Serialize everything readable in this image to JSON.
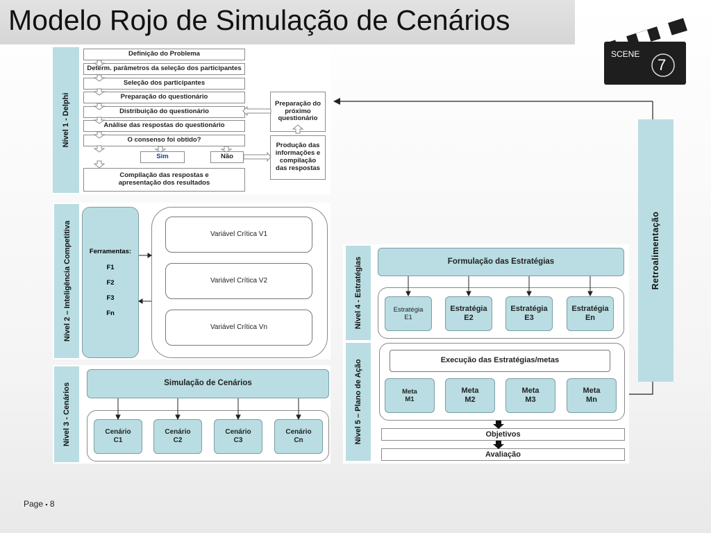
{
  "title": "Modelo Rojo de Simulação de Cenários",
  "scene": {
    "label": "SCENE",
    "number": "7"
  },
  "level1": {
    "label": "Nível 1 - Delphi",
    "steps": [
      "Definição do Problema",
      "Determ. parâmetros da seleção dos participantes",
      "Seleção dos participantes",
      "Preparação do questionário",
      "Distribuição do questionário",
      "Análise das respostas do questionário",
      "O consenso foi obtido?"
    ],
    "sim": "Sim",
    "nao": "Não",
    "compilation": "Compilação das respostas e apresentação dos resultados",
    "prep_next": "Preparação do próximo questionário",
    "production": "Produção das informações e compilação das respostas"
  },
  "level2": {
    "label": "Nível 2 – Inteligência Competitiva",
    "tools_title": "Ferramentas:",
    "tools": [
      "F1",
      "F2",
      "F3",
      "Fn"
    ],
    "variables": [
      "Variável Crítica V1",
      "Variável Crítica V2",
      "Variável Crítica Vn"
    ]
  },
  "level3": {
    "label": "Nível 3 - Cenários",
    "header": "Simulação de Cenários",
    "scenarios": [
      "Cenário C1",
      "Cenário C2",
      "Cenário C3",
      "Cenário Cn"
    ]
  },
  "level4": {
    "label": "Nível 4 - Estratégias",
    "header": "Formulação das Estratégias",
    "strategies": [
      "Estratégia E1",
      "Estratégia E2",
      "Estratégia E3",
      "Estratégia En"
    ]
  },
  "level5": {
    "label": "Nível 5 – Plano de Ação",
    "header": "Execução das Estratégias/metas",
    "metas": [
      "Meta M1",
      "Meta M2",
      "Meta M3",
      "Meta Mn"
    ],
    "objetivos": "Objetivos",
    "avaliacao": "Avaliação"
  },
  "feedback": {
    "label": "Retroalimentação"
  },
  "footer": {
    "page_label": "Page",
    "bullet": "▪",
    "page_number": "8"
  },
  "colors": {
    "accent": "#b9dde2",
    "title_bar": "#d9d9d9"
  }
}
